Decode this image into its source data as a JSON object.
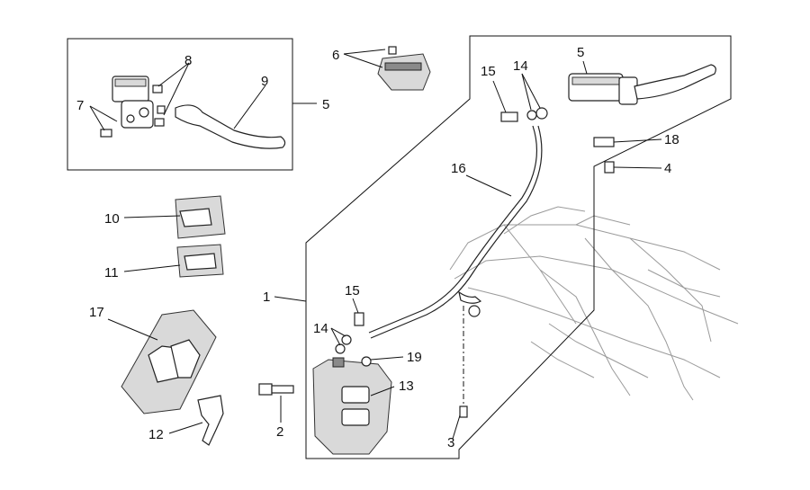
{
  "callouts": [
    {
      "id": "c1",
      "text": "1"
    },
    {
      "id": "c2",
      "text": "2"
    },
    {
      "id": "c3",
      "text": "3"
    },
    {
      "id": "c4",
      "text": "4"
    },
    {
      "id": "c5a",
      "text": "5"
    },
    {
      "id": "c5b",
      "text": "5"
    },
    {
      "id": "c6",
      "text": "6"
    },
    {
      "id": "c7",
      "text": "7"
    },
    {
      "id": "c8",
      "text": "8"
    },
    {
      "id": "c9",
      "text": "9"
    },
    {
      "id": "c10",
      "text": "10"
    },
    {
      "id": "c11",
      "text": "11"
    },
    {
      "id": "c12",
      "text": "12"
    },
    {
      "id": "c13",
      "text": "13"
    },
    {
      "id": "c14a",
      "text": "14"
    },
    {
      "id": "c14b",
      "text": "14"
    },
    {
      "id": "c15a",
      "text": "15"
    },
    {
      "id": "c15b",
      "text": "15"
    },
    {
      "id": "c16",
      "text": "16"
    },
    {
      "id": "c17",
      "text": "17"
    },
    {
      "id": "c18",
      "text": "18"
    },
    {
      "id": "c19",
      "text": "19"
    }
  ]
}
